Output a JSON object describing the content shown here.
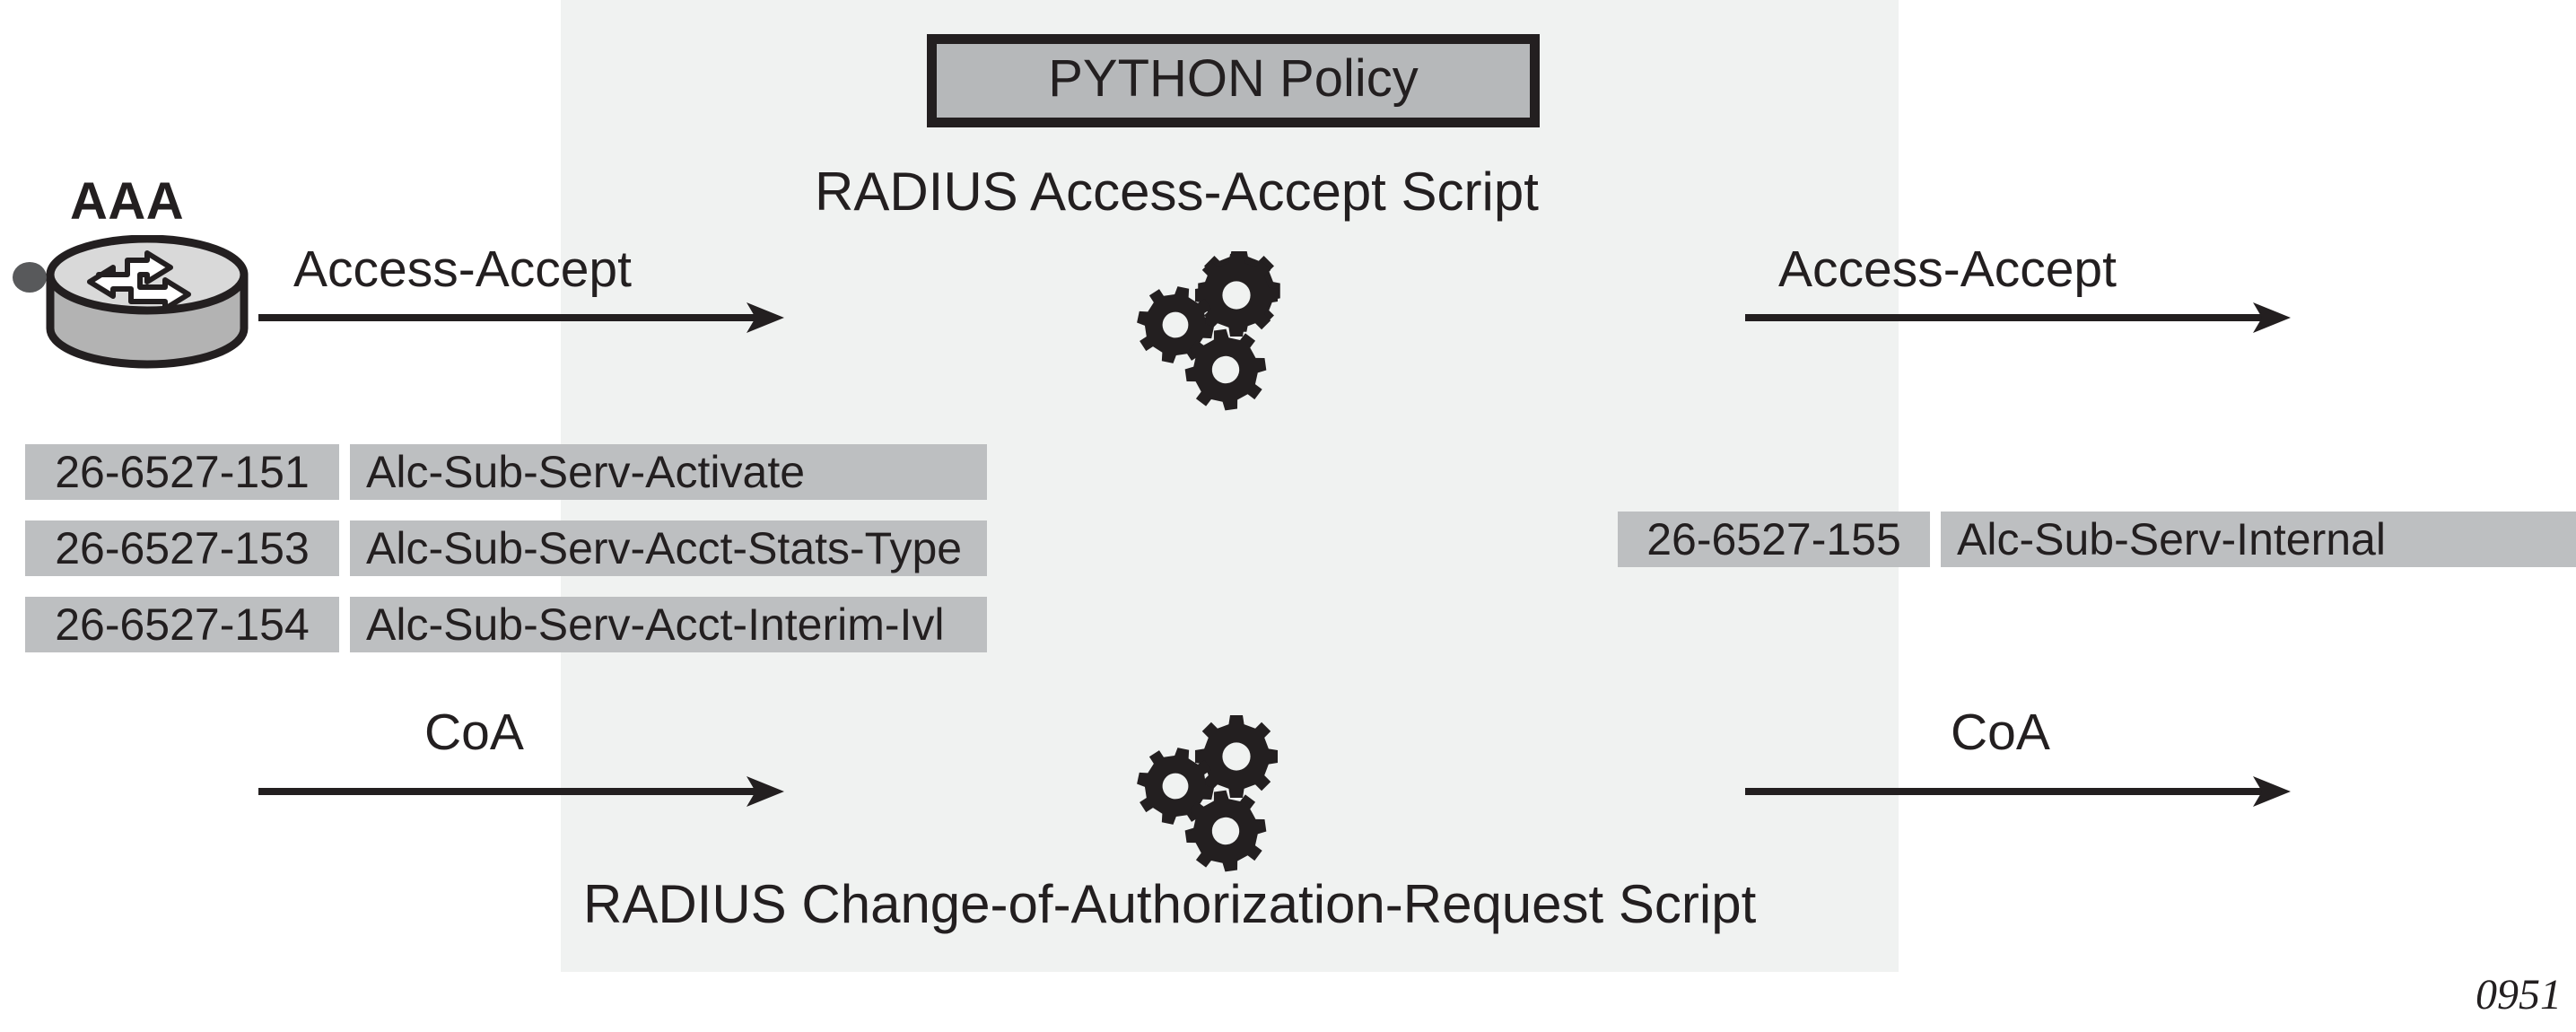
{
  "figure": {
    "id_label": "0951",
    "band_color": "#f0f2f1",
    "ink_color": "#231f20",
    "chip_color": "#bdbfc1",
    "policy_box_fill": "#b6b8ba"
  },
  "nodes": {
    "aaa": {
      "label": "AAA",
      "icon": "router-cylinder-icon"
    }
  },
  "policy": {
    "box_label": "PYTHON Policy",
    "top_script_title": "RADIUS Access-Accept Script",
    "bottom_script_title": "RADIUS Change-of-Authorization-Request Script",
    "top_gears_icon": "gears-icon",
    "bottom_gears_icon": "gears-icon"
  },
  "flows": [
    {
      "name": "access-accept-in",
      "label": "Access-Accept",
      "direction": "right"
    },
    {
      "name": "access-accept-out",
      "label": "Access-Accept",
      "direction": "right"
    },
    {
      "name": "coa-in",
      "label": "CoA",
      "direction": "right"
    },
    {
      "name": "coa-out",
      "label": "CoA",
      "direction": "right"
    }
  ],
  "input_attributes": [
    {
      "code": "26-6527-151",
      "name": "Alc-Sub-Serv-Activate"
    },
    {
      "code": "26-6527-153",
      "name": "Alc-Sub-Serv-Acct-Stats-Type"
    },
    {
      "code": "26-6527-154",
      "name": "Alc-Sub-Serv-Acct-Interim-Ivl"
    }
  ],
  "output_attributes": [
    {
      "code": "26-6527-155",
      "name": "Alc-Sub-Serv-Internal"
    }
  ]
}
